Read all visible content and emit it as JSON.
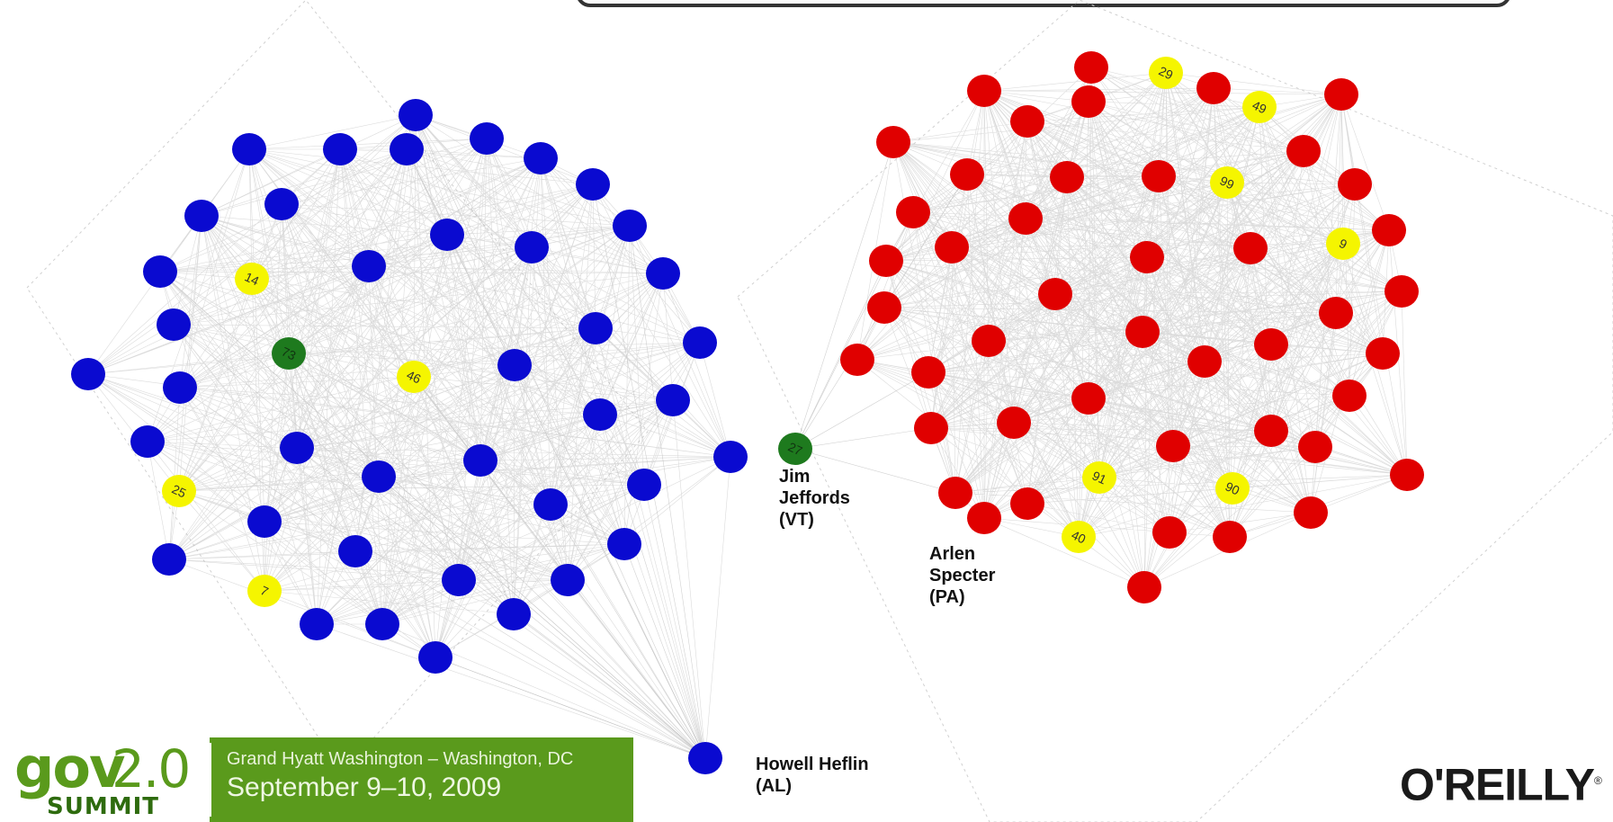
{
  "colors": {
    "democrat": "#0a0ad0",
    "republican": "#e00000",
    "highlight": "#f5f500",
    "switcher": "#1e7a1e",
    "edge": "#bdbdbd",
    "banner": "#5a9a1c"
  },
  "network": {
    "left_cluster": {
      "highlighted_nodes": [
        "14",
        "46",
        "25",
        "7"
      ],
      "switcher_nodes": [
        "73"
      ]
    },
    "right_cluster": {
      "highlighted_nodes": [
        "29",
        "49",
        "99",
        "9",
        "91",
        "90",
        "40"
      ]
    },
    "bridge_nodes": [
      "27"
    ]
  },
  "annotations": {
    "jeffords": "Jim\nJeffords\n(VT)",
    "specter": "Arlen\nSpecter\n(PA)",
    "heflin": "Howell Heflin\n(AL)"
  },
  "branding": {
    "logo_gov": "gov",
    "logo_version": "2.0",
    "logo_summit": "SUMMIT",
    "venue": "Grand Hyatt Washington – Washington, DC",
    "dates": "September 9–10, 2009",
    "publisher": "O'REILLY"
  }
}
